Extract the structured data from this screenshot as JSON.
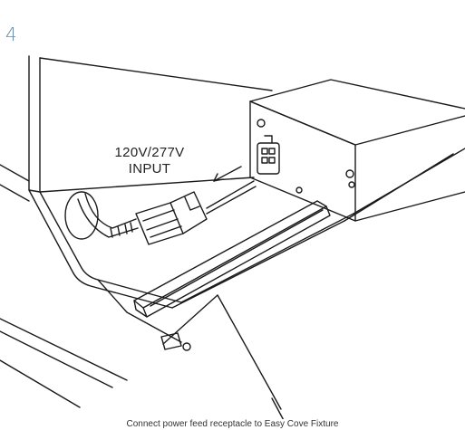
{
  "step_number": "4",
  "callout": {
    "line1": "120V/277V",
    "line2": "INPUT"
  },
  "caption": "Connect power feed receptacle to Easy Cove Fixture",
  "colors": {
    "line": "#1a1a1a",
    "step": "#6a8aa6",
    "background": "#ffffff"
  }
}
